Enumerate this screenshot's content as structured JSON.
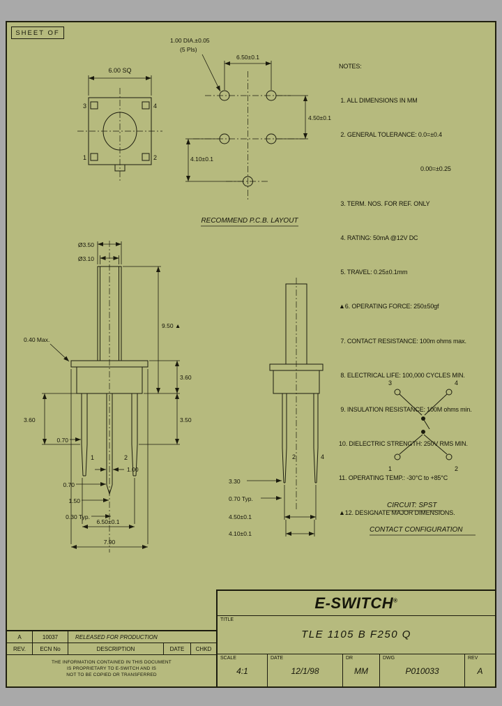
{
  "colors": {
    "sheet_bg": "#b6ba7e",
    "margin_bg": "#a9a9a9",
    "line": "#1b1b0e"
  },
  "sheet_label": "SHEET OF",
  "notes": {
    "title": "NOTES:",
    "items": [
      " 1. ALL DIMENSIONS IN MM",
      " 2. GENERAL TOLERANCE: 0.0=±0.4",
      "0.00=±0.25",
      " 3. TERM. NOS. FOR REF. ONLY",
      " 4. RATING: 50mA @12V DC",
      " 5. TRAVEL: 0.25±0.1mm",
      "▲6. OPERATING FORCE: 250±50gf",
      " 7. CONTACT RESISTANCE: 100m ohms max.",
      " 8. ELECTRICAL LIFE: 100,000 CYCLES MIN.",
      " 9. INSULATION RESISTANCE: 100M ohms min.",
      "10. DIELECTRIC STRENGTH: 250V RMS MIN.",
      "11. OPERATING TEMP.: -30°C to +85°C",
      "▲12. DESIGNATE MAJOR DIMENSIONS."
    ]
  },
  "top_view": {
    "dim_sq": "6.00 SQ",
    "pin1": "1",
    "pin2": "2",
    "pin3": "3",
    "pin4": "4"
  },
  "pcb": {
    "dia": "1.00 DIA.±0.05",
    "pls": "(5 Pls)",
    "dim_w": "6.50±0.1",
    "dim_r": "4.50±0.1",
    "dim_l": "4.10±0.1",
    "caption": "RECOMMEND P.C.B. LAYOUT"
  },
  "front": {
    "dia_outer": "Ø3.50",
    "dia_inner": "Ø3.10",
    "flange": "0.40 Max.",
    "height": "9.50 ▲",
    "body_h": "3.60",
    "leg_len": "3.60",
    "leg_w": "0.70",
    "leg_len_r": "3.50",
    "post_w": "1.00",
    "post_w2": "0.70",
    "tip": "1.50",
    "typ": "0.30 Typ.",
    "span": "6.50±0.1",
    "overall": "7.90",
    "pin1": "1",
    "pin2": "2"
  },
  "side": {
    "d1": "3.30",
    "d2": "0.70 Typ.",
    "d3": "4.50±0.1",
    "d4": "4.10±0.1",
    "pin2": "2",
    "pin4": "4"
  },
  "circuit": {
    "pin1": "1",
    "pin2": "2",
    "pin3": "3",
    "pin4": "4",
    "type": "CIRCUIT: SPST",
    "config": "CONTACT CONFIGURATION"
  },
  "titleblock": {
    "brand": "E-SWITCH",
    "reg": "®",
    "title_label": "TITLE",
    "title": "TLE 1105 B F250 Q",
    "rev": "A",
    "ecn": "10037",
    "release": "RELEASED FOR PRODUCTION",
    "col_rev": "REV.",
    "col_ecn": "ECN No",
    "col_desc": "DESCRIPTION",
    "col_date": "DATE",
    "col_chkd": "CHKD",
    "proprietary1": "THE INFORMATION CONTAINED IN THIS DOCUMENT",
    "proprietary2": "IS PROPRIETARY TO E-SWITCH AND IS",
    "proprietary3": "NOT TO BE COPIED OR TRANSFERRED",
    "scale_label": "SCALE",
    "scale": "4:1",
    "date_label": "DATE",
    "date": "12/1/98",
    "dr_label": "DR",
    "dr": "MM",
    "dwg_label": "DWG",
    "dwg": "P010033",
    "rev_label": "REV",
    "rev_val": "A"
  }
}
